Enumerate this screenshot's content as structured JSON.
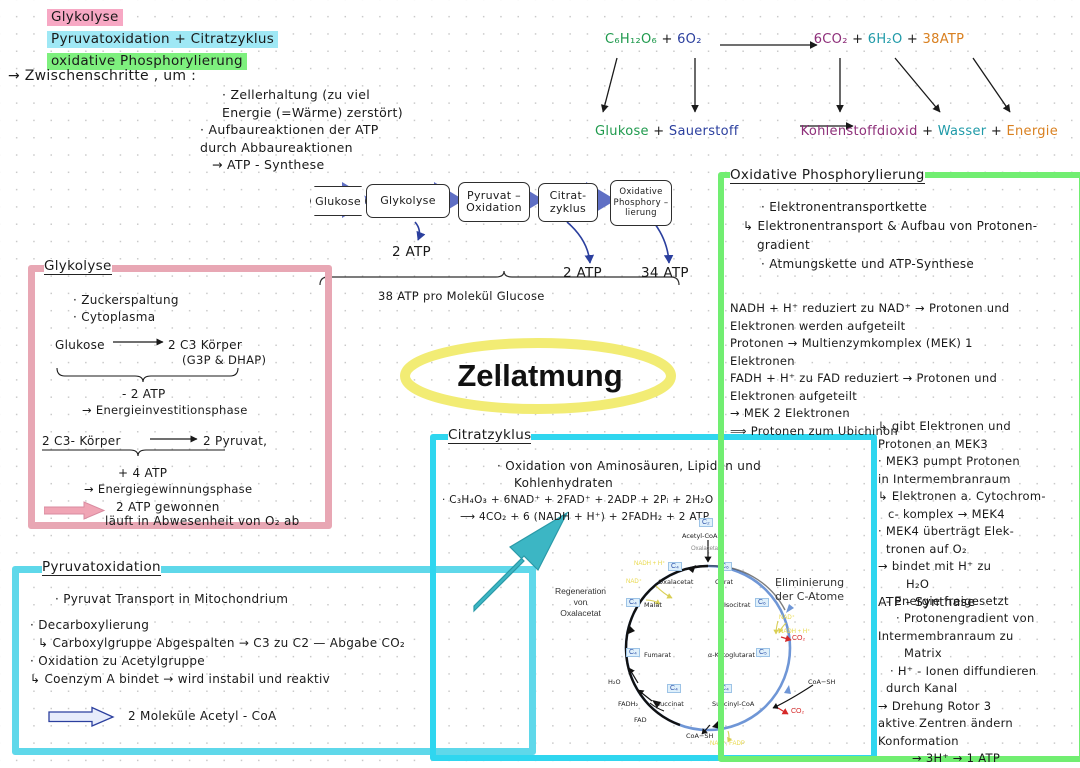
{
  "headings": {
    "line1": "Glykolyse",
    "line2": "Pyruvatoxidation + Citratzyklus",
    "line3": "oxidative  Phosphorylierung"
  },
  "intro": {
    "arrow_text": "→ Zwischenschritte , um :",
    "lines": [
      "· Zellerhaltung (zu viel",
      "Energie (=Wärme) zerstört)",
      "· Aufbaureaktionen der ATP",
      "durch  Abbaureaktionen",
      "→ ATP - Synthese"
    ]
  },
  "equation": {
    "top": [
      {
        "text": "C₆H₁₂O₆",
        "color": "#1f9a4d"
      },
      {
        "text": " + ",
        "color": "#1a1a1a"
      },
      {
        "text": "6O₂",
        "color": "#2b3f9e"
      },
      {
        "text": "",
        "color": "#1a1a1a"
      },
      {
        "text": "6CO₂",
        "color": "#8e2f7a"
      },
      {
        "text": " + ",
        "color": "#1a1a1a"
      },
      {
        "text": "6H₂O",
        "color": "#1f9aa8"
      },
      {
        "text": "  +  ",
        "color": "#1a1a1a"
      },
      {
        "text": "38ATP",
        "color": "#d98020"
      }
    ],
    "bottom": [
      {
        "text": "Glukose",
        "color": "#1f9a4d"
      },
      {
        "text": "  +  ",
        "color": "#1a1a1a"
      },
      {
        "text": "Sauerstoff",
        "color": "#2b3f9e"
      },
      {
        "text": "",
        "color": "#1a1a1a"
      },
      {
        "text": "Kohlenstoffdioxid",
        "color": "#8e2f7a"
      },
      {
        "text": " + ",
        "color": "#1a1a1a"
      },
      {
        "text": "Wasser",
        "color": "#1f9aa8"
      },
      {
        "text": " + ",
        "color": "#1a1a1a"
      },
      {
        "text": "Energie",
        "color": "#d98020"
      }
    ]
  },
  "flow": {
    "nodes": [
      {
        "label": "Glukose",
        "shape": "hex"
      },
      {
        "label": "Glykolyse",
        "shape": "rect"
      },
      {
        "label": "Pyruvat –\nOxidation",
        "shape": "rect"
      },
      {
        "label": "Citrat-\nzyklus",
        "shape": "rect"
      },
      {
        "label": "Oxidative\nPhosphory –\nlierung",
        "shape": "rect"
      }
    ],
    "outputs": [
      "2 ATP",
      "2 ATP",
      "34 ATP"
    ],
    "total": "38 ATP pro Molekül Glucose"
  },
  "title": {
    "text": "Zellatmung",
    "highlight_color": "#f2ec74"
  },
  "glykolyse": {
    "title": "Glykolyse",
    "bullets": [
      "· Zuckerspaltung",
      "· Cytoplasma"
    ],
    "reaction1_left": "Glukose",
    "reaction1_right": "2  C3  Körper",
    "reaction1_right2": "(G3P &  DHAP)",
    "phase1_value": "- 2 ATP",
    "phase1_label": "→ Energieinvestitionsphase",
    "reaction2_left": "2  C3- Körper",
    "reaction2_right": "2 Pyruvat,",
    "phase2_value": "+ 4 ATP",
    "phase2_label": "→ Energiegewinnungsphase",
    "result1": "2 ATP   gewonnen",
    "result2": "läuft in  Abwesenheit  von  O₂  ab",
    "arrow_color": "#f0a5b5"
  },
  "pyruvatoxidation": {
    "title": "Pyruvatoxidation",
    "lines": [
      "· Pyruvat  Transport  in  Mitochondrium",
      "· Decarboxylierung",
      "↳ Carboxylgruppe  Abgespalten → C3 zu C2  —  Abgabe  CO₂",
      "· Oxidation  zu  Acetylgruppe",
      "↳ Coenzym A  bindet → wird instabil und  reaktiv"
    ],
    "result": "2 Moleküle   Acetyl - CoA",
    "arrow_color": "#2b3f9e"
  },
  "citratzyklus": {
    "title": "Citratzyklus",
    "lines": [
      "· Oxidation  von   Aminosäuren, Lipiden und",
      "Kohlenhydraten",
      "· C₃H₄O₃ +  6NAD⁺  + 2FAD⁺ + 2ADP + 2Pᵢ + 2H₂O",
      "⟶ 4CO₂ +  6 (NADH + H⁺) + 2FADH₂ + 2 ATP"
    ],
    "diagram": {
      "center_top_cbox": "C₂",
      "center_top_label": "Acetyl-CoA",
      "center_top_sub": "Oxalacetat",
      "nodes": [
        {
          "cbox": "C₄",
          "label": "Oxalacetat"
        },
        {
          "cbox": "C₆",
          "label": "Citrat"
        },
        {
          "cbox": "C₆",
          "label": "Isocitrat"
        },
        {
          "cbox": "C₅",
          "label": "α-Ketoglutarat"
        },
        {
          "cbox": "C₄",
          "label": "Succinyl-CoA"
        },
        {
          "cbox": "C₄",
          "label": "Succinat"
        },
        {
          "cbox": "C₄",
          "label": "Fumarat"
        },
        {
          "cbox": "C₄",
          "label": "Malat"
        }
      ],
      "cofactors": [
        {
          "text": "NADH + H⁺",
          "kind": "yellow"
        },
        {
          "text": "NAD⁺",
          "kind": "yellow"
        },
        {
          "text": "NAD⁺",
          "kind": "yellow"
        },
        {
          "text": "NADH + H⁺",
          "kind": "yellow"
        },
        {
          "text": "NAD⁺, FADP",
          "kind": "yellow"
        }
      ],
      "small_labels": [
        "H₂O",
        "FADH₂",
        "FAD",
        "CoA−SH",
        "CoA−SH",
        "CoA−SH"
      ],
      "co2_labels": [
        "CO₂",
        "CO₂"
      ],
      "note_left": "Regeneration\nvon\nOxalacetat",
      "note_right": "Eliminierung\nder  C-Atome"
    }
  },
  "oxphos": {
    "title": "Oxidative   Phosphorylierung",
    "block1": [
      "· Elektronentransportkette",
      "↳ Elektronentransport & Aufbau von  Protonen-",
      "gradient",
      "· Atmungskette   und   ATP-Synthese"
    ],
    "block2": [
      "NADH + H⁺  reduziert zu NAD⁺ → Protonen  und",
      "Elektronen  werden  aufgeteilt",
      "Protonen →  Multienzymkomplex (MEK) 1",
      "Elektronen",
      "FADH + H⁺  zu  FAD  reduziert  → Protonen  und",
      "Elektronen   aufgeteilt",
      "→ MEK 2   Elektronen",
      "⟹ Protonen zum Ubichinon"
    ],
    "block3": [
      "↳ gibt  Elektronen  und",
      "Protonen  an MEK3",
      "· MEK3  pumpt  Protonen",
      "in  Intermembranraum",
      "↳ Elektronen a. Cytochrom-",
      "c- komplex → MEK4",
      "· MEK4  überträgt Elek-",
      "tronen  auf  O₂",
      "→ bindet  mit  H⁺  zu",
      "H₂O",
      "- Energie  freigesetzt"
    ],
    "block4_title": "ATP - Synthase",
    "block4": [
      "· Protonengradient von",
      "Intermembranraum zu",
      "Matrix",
      "· H⁺ - Ionen   diffundieren",
      "durch  Kanal",
      "→ Drehung  Rotor 3",
      "aktive  Zentren  ändern",
      "Konformation",
      "→ 3H⁺  →  1 ATP"
    ]
  },
  "colors": {
    "pink_frame": "#e8a7b4",
    "cyan_frame": "#5fd8ea",
    "teal_frame": "#2fd6ef",
    "green_frame": "#71ee71",
    "big_arrow": "#3cb6c4",
    "flow_arrow": "#5f6fc4",
    "flow_curve": "#2b3f9e"
  }
}
